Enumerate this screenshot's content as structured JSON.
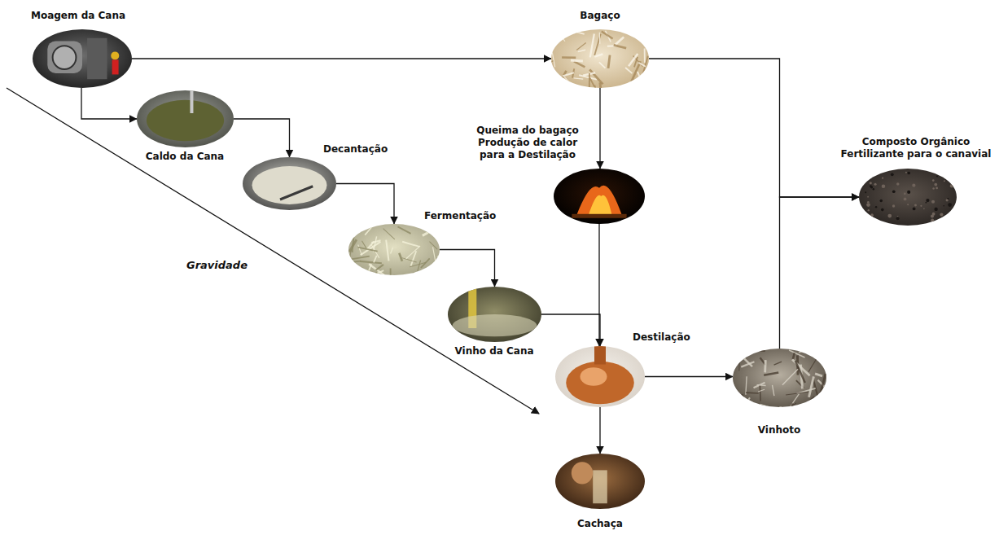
{
  "diagram": {
    "nodes": [
      {
        "text": [
          "Moagem da Cana"
        ]
      },
      {
        "text": [
          "Bagaço"
        ]
      },
      {
        "text": [
          "Caldo da Cana"
        ]
      },
      {
        "text": [
          "Decantação"
        ]
      },
      {
        "text": [
          "Queima do bagaço Produção de calor para a Destilação"
        ]
      },
      {
        "text": [
          "Fermentação"
        ]
      },
      {
        "text": [
          "Composto Orgânico Fertilizante para o canavial"
        ]
      },
      {
        "text": [
          "Vinho da Cana"
        ]
      },
      {
        "text": [
          "Destilação"
        ]
      },
      {
        "text": [
          "Vinhoto"
        ]
      },
      {
        "text": [
          "Cachaça"
        ]
      }
    ],
    "edges": [
      {
        "from": 0,
        "to": 1,
        "arrow": "to"
      },
      {
        "from": 0,
        "to": 2,
        "arrow": "to"
      },
      {
        "from": 2,
        "to": 3,
        "arrow": "to"
      },
      {
        "from": 3,
        "to": 5,
        "arrow": "to"
      },
      {
        "from": 5,
        "to": 7,
        "arrow": "to"
      },
      {
        "from": 7,
        "to": 8,
        "arrow": "to"
      },
      {
        "from": 1,
        "to": 4,
        "arrow": "to"
      },
      {
        "from": 4,
        "to": 8,
        "arrow": "to"
      },
      {
        "from": 8,
        "to": 9,
        "arrow": "to"
      },
      {
        "from": 8,
        "to": 10,
        "arrow": "to"
      },
      {
        "from": 1,
        "to": 6,
        "arrow": "to"
      },
      {
        "from": 9,
        "to": 6,
        "arrow": "to"
      }
    ],
    "labels": [
      "Gravidade"
    ]
  }
}
